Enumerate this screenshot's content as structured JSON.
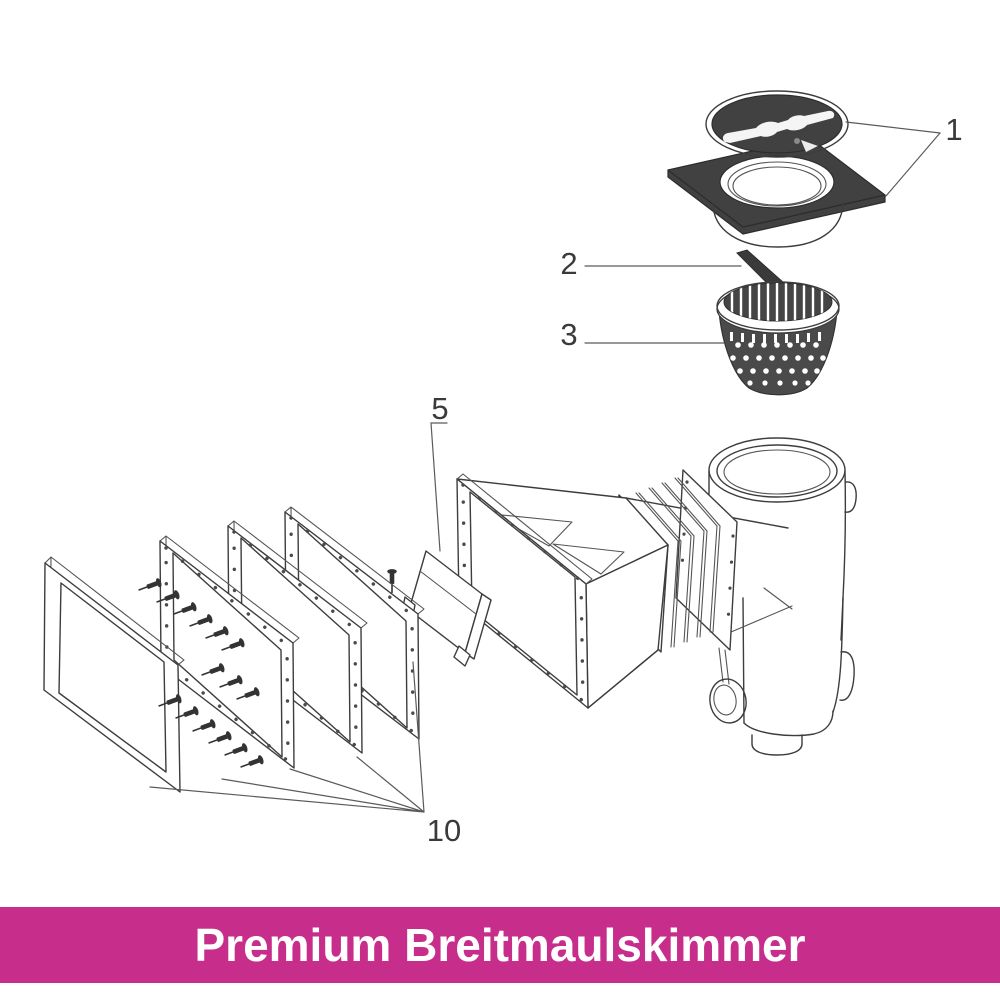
{
  "banner": {
    "label": "Premium Breitmaulskimmer",
    "background_color": "#C72E8C",
    "text_color": "#FFFFFF"
  },
  "diagram": {
    "background_color": "#FFFFFF",
    "line_color": "#3D3D3D",
    "part_labels": {
      "cover_assembly": "1",
      "basket_handle": "2",
      "strainer_basket": "3",
      "weir_flap": "5",
      "screw_set": "10"
    }
  }
}
